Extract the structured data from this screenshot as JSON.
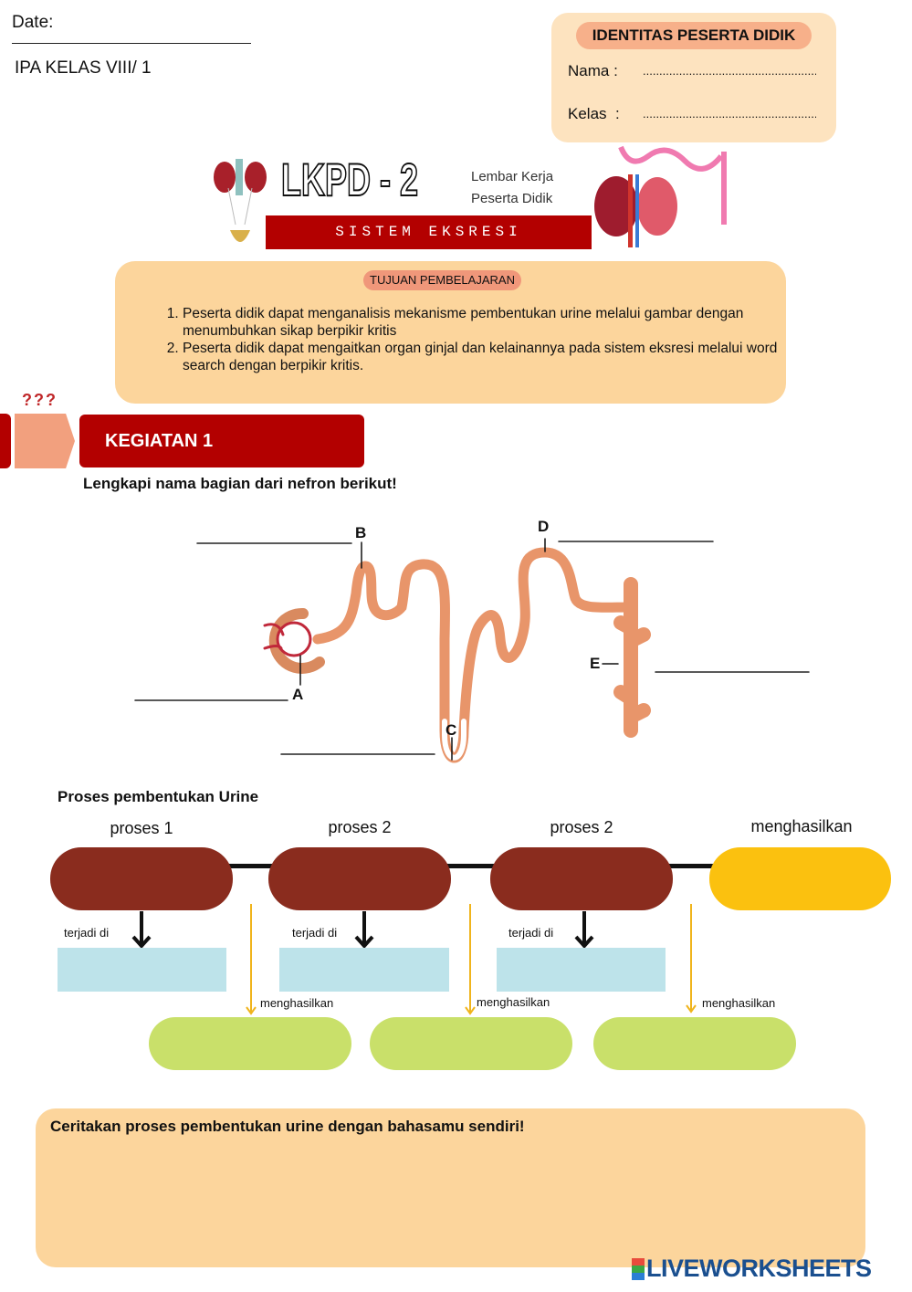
{
  "header": {
    "date_label": "Date:",
    "class_label": "IPA KELAS VIII/ 1"
  },
  "identity": {
    "title": "IDENTITAS PESERTA DIDIK",
    "name_label": "Nama :",
    "name_dots": "......................................................",
    "class_label": "Kelas  :",
    "class_dots": "......................................................"
  },
  "title": {
    "lkpd": "LKPD - 2",
    "sub1": "Lembar Kerja",
    "sub2": "Peserta Didik",
    "topic": "SISTEM EKSRESI"
  },
  "goals": {
    "title": "TUJUAN PEMBELAJARAN",
    "items": [
      "Peserta didik dapat menganalisis mekanisme pembentukan urine melalui gambar dengan menumbuhkan sikap berpikir kritis",
      "Peserta didik dapat mengaitkan organ ginjal dan kelainannya pada sistem eksresi melalui word search dengan berpikir kritis."
    ]
  },
  "activity": {
    "badge": "KEGIATAN 1",
    "question_marks": "???",
    "instruction": "Lengkapi nama bagian dari nefron berikut!"
  },
  "nephron": {
    "labels": [
      "A",
      "B",
      "C",
      "D",
      "E"
    ]
  },
  "process": {
    "title": "Proses pembentukan Urine",
    "steps": [
      "proses 1",
      "proses 2",
      "proses 2",
      "menghasilkan"
    ],
    "occurs_label": "terjadi di",
    "produces_label": "menghasilkan"
  },
  "story": {
    "prompt": "Ceritakan proses pembentukan urine dengan bahasamu sendiri!"
  },
  "footer": {
    "brand": "LIVEWORKSHEETS"
  },
  "colors": {
    "red": "#b30000",
    "peach": "#fcd59c",
    "brown": "#8a2c1e",
    "yellow": "#fbc10f",
    "green": "#c9e06a",
    "blue": "#bde3ea",
    "tube": "#e8956a"
  }
}
